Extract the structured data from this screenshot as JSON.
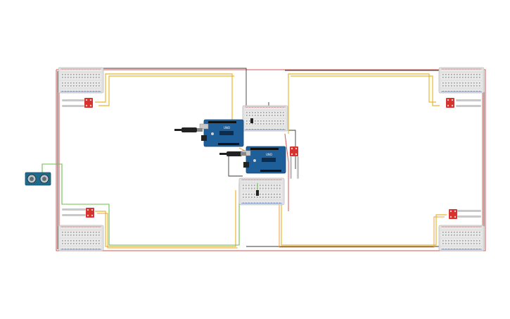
{
  "circuit": {
    "components": [
      {
        "name": "breadboard-top-left",
        "kind": "breadboard"
      },
      {
        "name": "breadboard-top-right",
        "kind": "breadboard"
      },
      {
        "name": "breadboard-bottom-left",
        "kind": "breadboard"
      },
      {
        "name": "breadboard-bottom-right",
        "kind": "breadboard"
      },
      {
        "name": "breadboard-center-top",
        "kind": "breadboard"
      },
      {
        "name": "breadboard-center-bottom",
        "kind": "breadboard"
      },
      {
        "name": "arduino-uno-1",
        "kind": "arduino"
      },
      {
        "name": "arduino-uno-2",
        "kind": "arduino"
      },
      {
        "name": "ultrasonic-sensor",
        "kind": "ultrasonic"
      },
      {
        "name": "soil-moisture-sensor-1",
        "kind": "soil-sensor"
      },
      {
        "name": "soil-moisture-sensor-2",
        "kind": "soil-sensor"
      },
      {
        "name": "soil-moisture-sensor-3",
        "kind": "soil-sensor"
      },
      {
        "name": "soil-moisture-sensor-4",
        "kind": "soil-sensor"
      },
      {
        "name": "soil-moisture-sensor-5",
        "kind": "soil-sensor"
      }
    ],
    "colors": {
      "wire_red": "#d9534f",
      "wire_black": "#3a3a3a",
      "wire_yellow": "#e8b730",
      "wire_orange": "#f0a040",
      "wire_green": "#6cbf4a",
      "breadboard": "#e6e6e6",
      "arduino": "#1f5f99",
      "sensor": "#d8322f",
      "ultrasonic": "#1b6b8f"
    }
  }
}
